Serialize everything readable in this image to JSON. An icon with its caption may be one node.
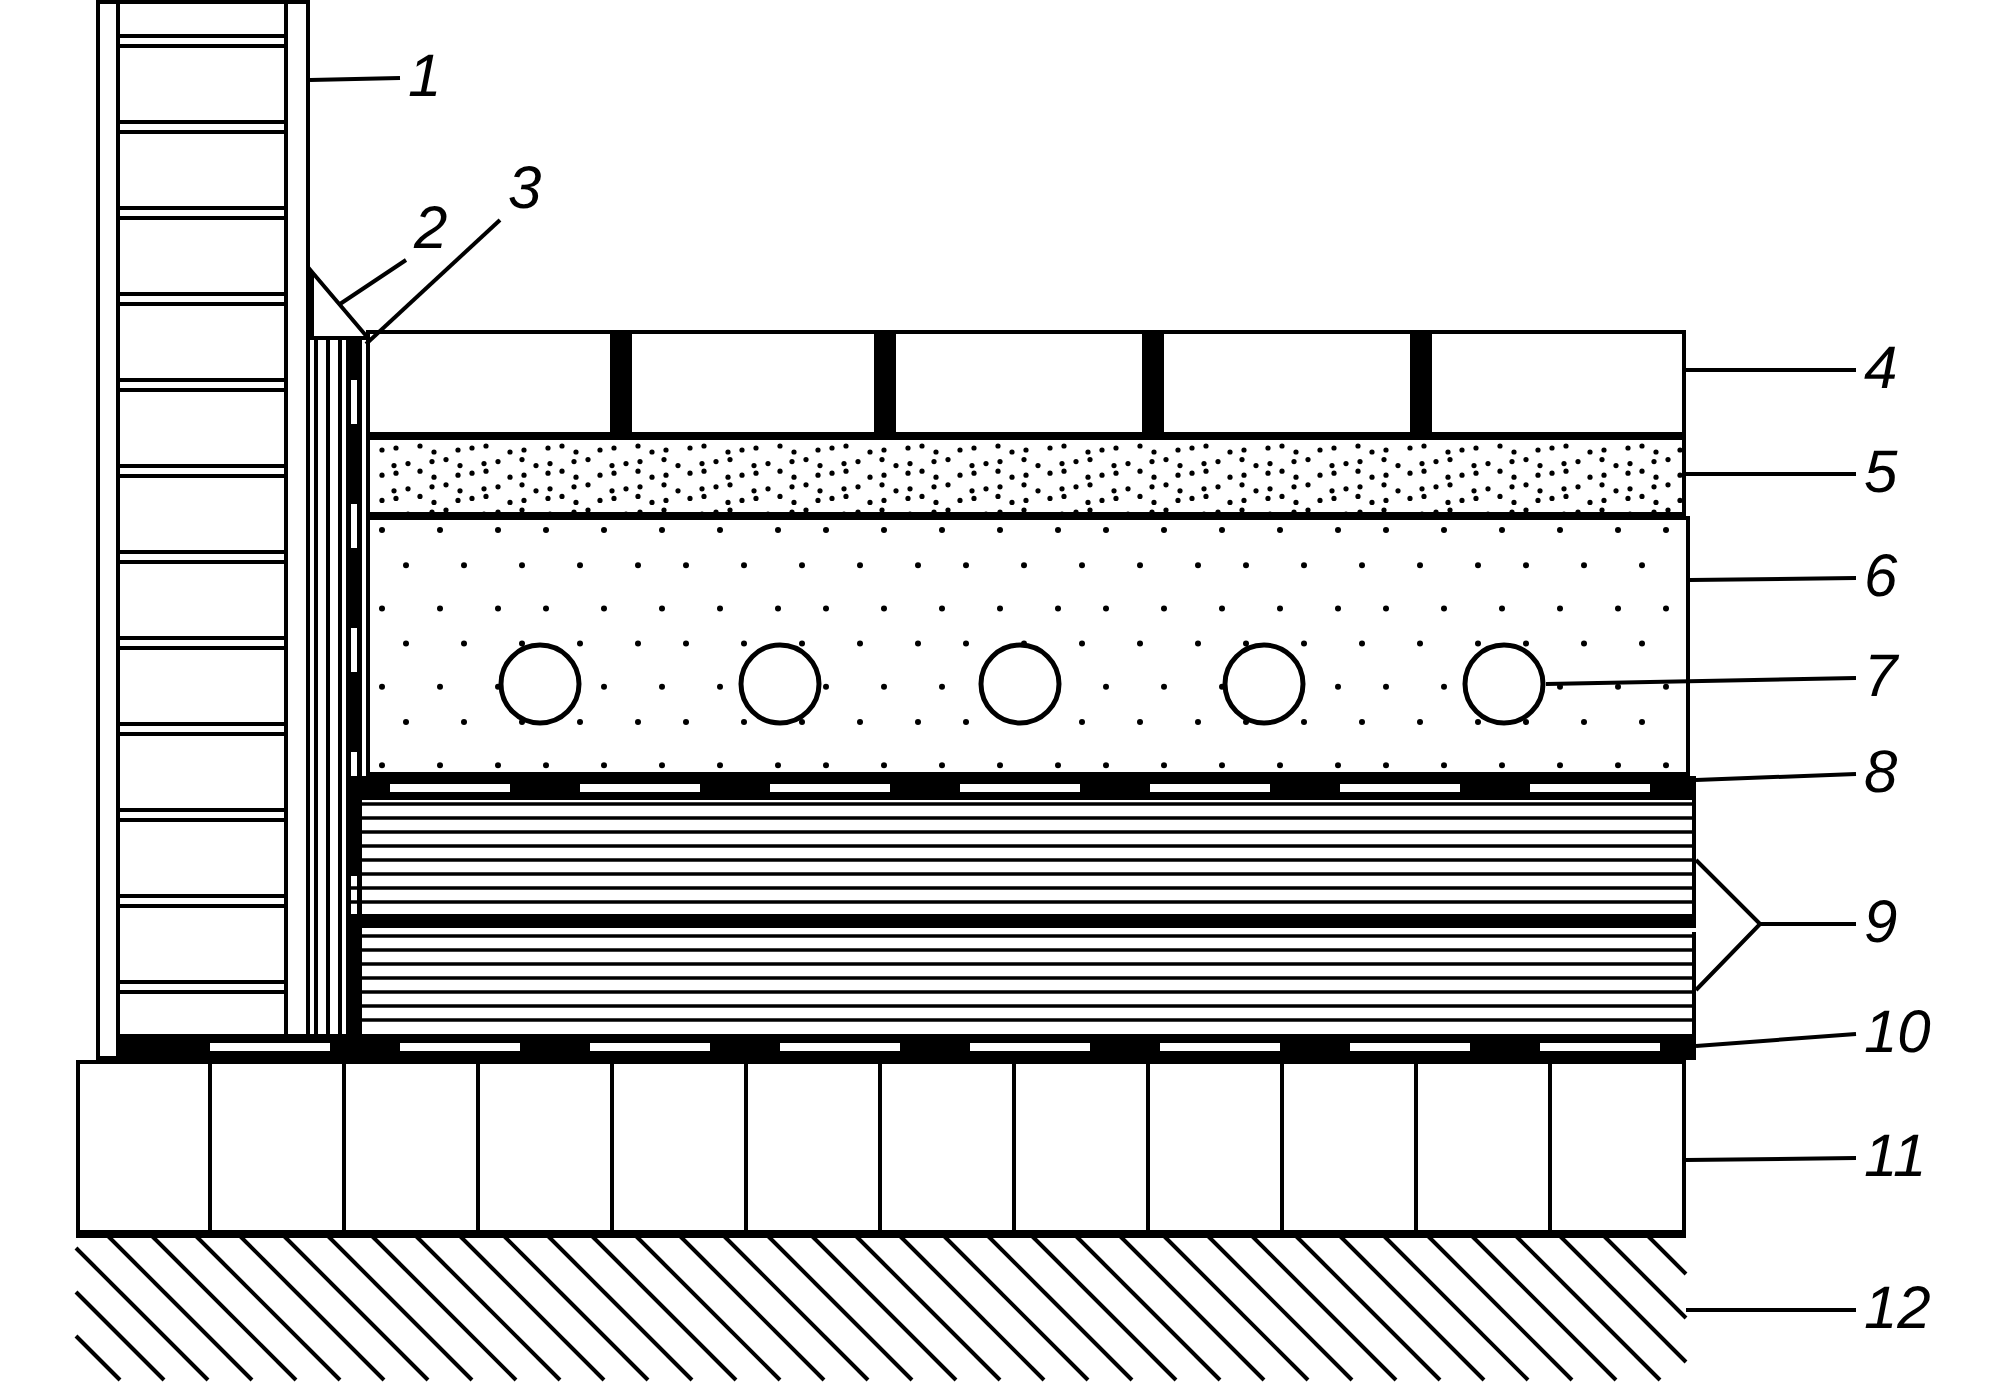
{
  "diagram": {
    "nodes": [
      {
        "text": [
          "1"
        ]
      },
      {
        "text": [
          "2"
        ]
      },
      {
        "text": [
          "3"
        ]
      },
      {
        "text": [
          "4"
        ]
      },
      {
        "text": [
          "5"
        ]
      },
      {
        "text": [
          "6"
        ]
      },
      {
        "text": [
          "7"
        ]
      },
      {
        "text": [
          "8"
        ]
      },
      {
        "text": [
          "9"
        ]
      },
      {
        "text": [
          "10"
        ]
      },
      {
        "text": [
          "11"
        ]
      },
      {
        "text": [
          "12"
        ]
      },
      {
        "text": [],
        "shape": "box"
      },
      {
        "text": [],
        "shape": "triangle"
      },
      {
        "text": [],
        "shape": "bar"
      },
      {
        "text": [],
        "shape": "bar"
      },
      {
        "text": [],
        "shape": "bar"
      },
      {
        "text": [],
        "shape": "bar"
      },
      {
        "text": [],
        "shape": "circle",
        "in": 17
      },
      {
        "text": [],
        "shape": "circle",
        "in": 17
      },
      {
        "text": [],
        "shape": "circle",
        "in": 17
      },
      {
        "text": [],
        "shape": "circle",
        "in": 17
      },
      {
        "text": [],
        "shape": "circle",
        "in": 17
      },
      {
        "text": [],
        "shape": "bar"
      },
      {
        "text": [],
        "shape": "bar"
      },
      {
        "text": [],
        "shape": "bar"
      },
      {
        "text": [],
        "shape": "bar"
      },
      {
        "text": [],
        "shape": "bar"
      },
      {
        "text": [],
        "shape": "bar"
      }
    ],
    "edges": [
      {
        "from": 0,
        "to": 12,
        "arrow": "none"
      },
      {
        "from": 1,
        "to": 13,
        "arrow": "none"
      },
      {
        "from": 2,
        "to": 14,
        "arrow": "none"
      },
      {
        "from": 3,
        "to": 15,
        "arrow": "none"
      },
      {
        "from": 4,
        "to": 16,
        "arrow": "none"
      },
      {
        "from": 5,
        "to": 17,
        "arrow": "none"
      },
      {
        "from": 6,
        "to": 22,
        "arrow": "none"
      },
      {
        "from": 7,
        "to": 23,
        "arrow": "none"
      },
      {
        "from": 8,
        "to": 24,
        "arrow": "none"
      },
      {
        "from": 8,
        "to": 25,
        "arrow": "none"
      },
      {
        "from": 9,
        "to": 26,
        "arrow": "none"
      },
      {
        "from": 10,
        "to": 27,
        "arrow": "none"
      },
      {
        "from": 11,
        "to": 28,
        "arrow": "none"
      }
    ]
  }
}
